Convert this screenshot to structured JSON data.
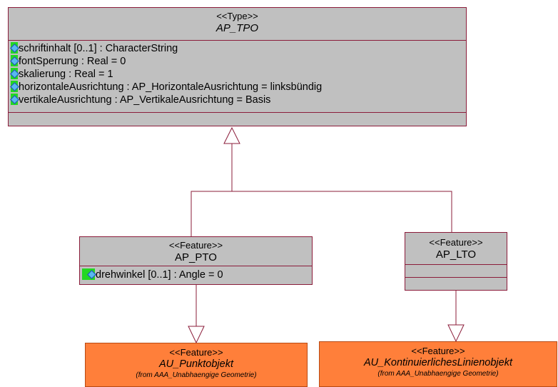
{
  "diagram": {
    "ap_tpo": {
      "stereotype": "<<Type>>",
      "name": "AP_TPO",
      "attributes": [
        "schriftinhalt [0..1] : CharacterString",
        "fontSperrung : Real = 0",
        "skalierung : Real = 1",
        "horizontaleAusrichtung : AP_HorizontaleAusrichtung = linksbündig",
        "vertikaleAusrichtung : AP_VertikaleAusrichtung = Basis"
      ]
    },
    "ap_pto": {
      "stereotype": "<<Feature>>",
      "name": "AP_PTO",
      "attributes": [
        "drehwinkel [0..1] : Angle = 0"
      ]
    },
    "ap_lto": {
      "stereotype": "<<Feature>>",
      "name": "AP_LTO"
    },
    "au_punktobjekt": {
      "stereotype": "<<Feature>>",
      "name": "AU_Punktobjekt",
      "from": "(from AAA_Unabhaengige Geometrie)"
    },
    "au_linienobjekt": {
      "stereotype": "<<Feature>>",
      "name": "AU_KontinuierlichesLinienobjekt",
      "from": "(from AAA_Unabhaengige Geometrie)"
    },
    "colors": {
      "class_fill": "#c0c0c0",
      "class_border": "#8b1c3a",
      "external_fill": "#ff7f3a",
      "attribute_marker": "#22d822"
    }
  }
}
